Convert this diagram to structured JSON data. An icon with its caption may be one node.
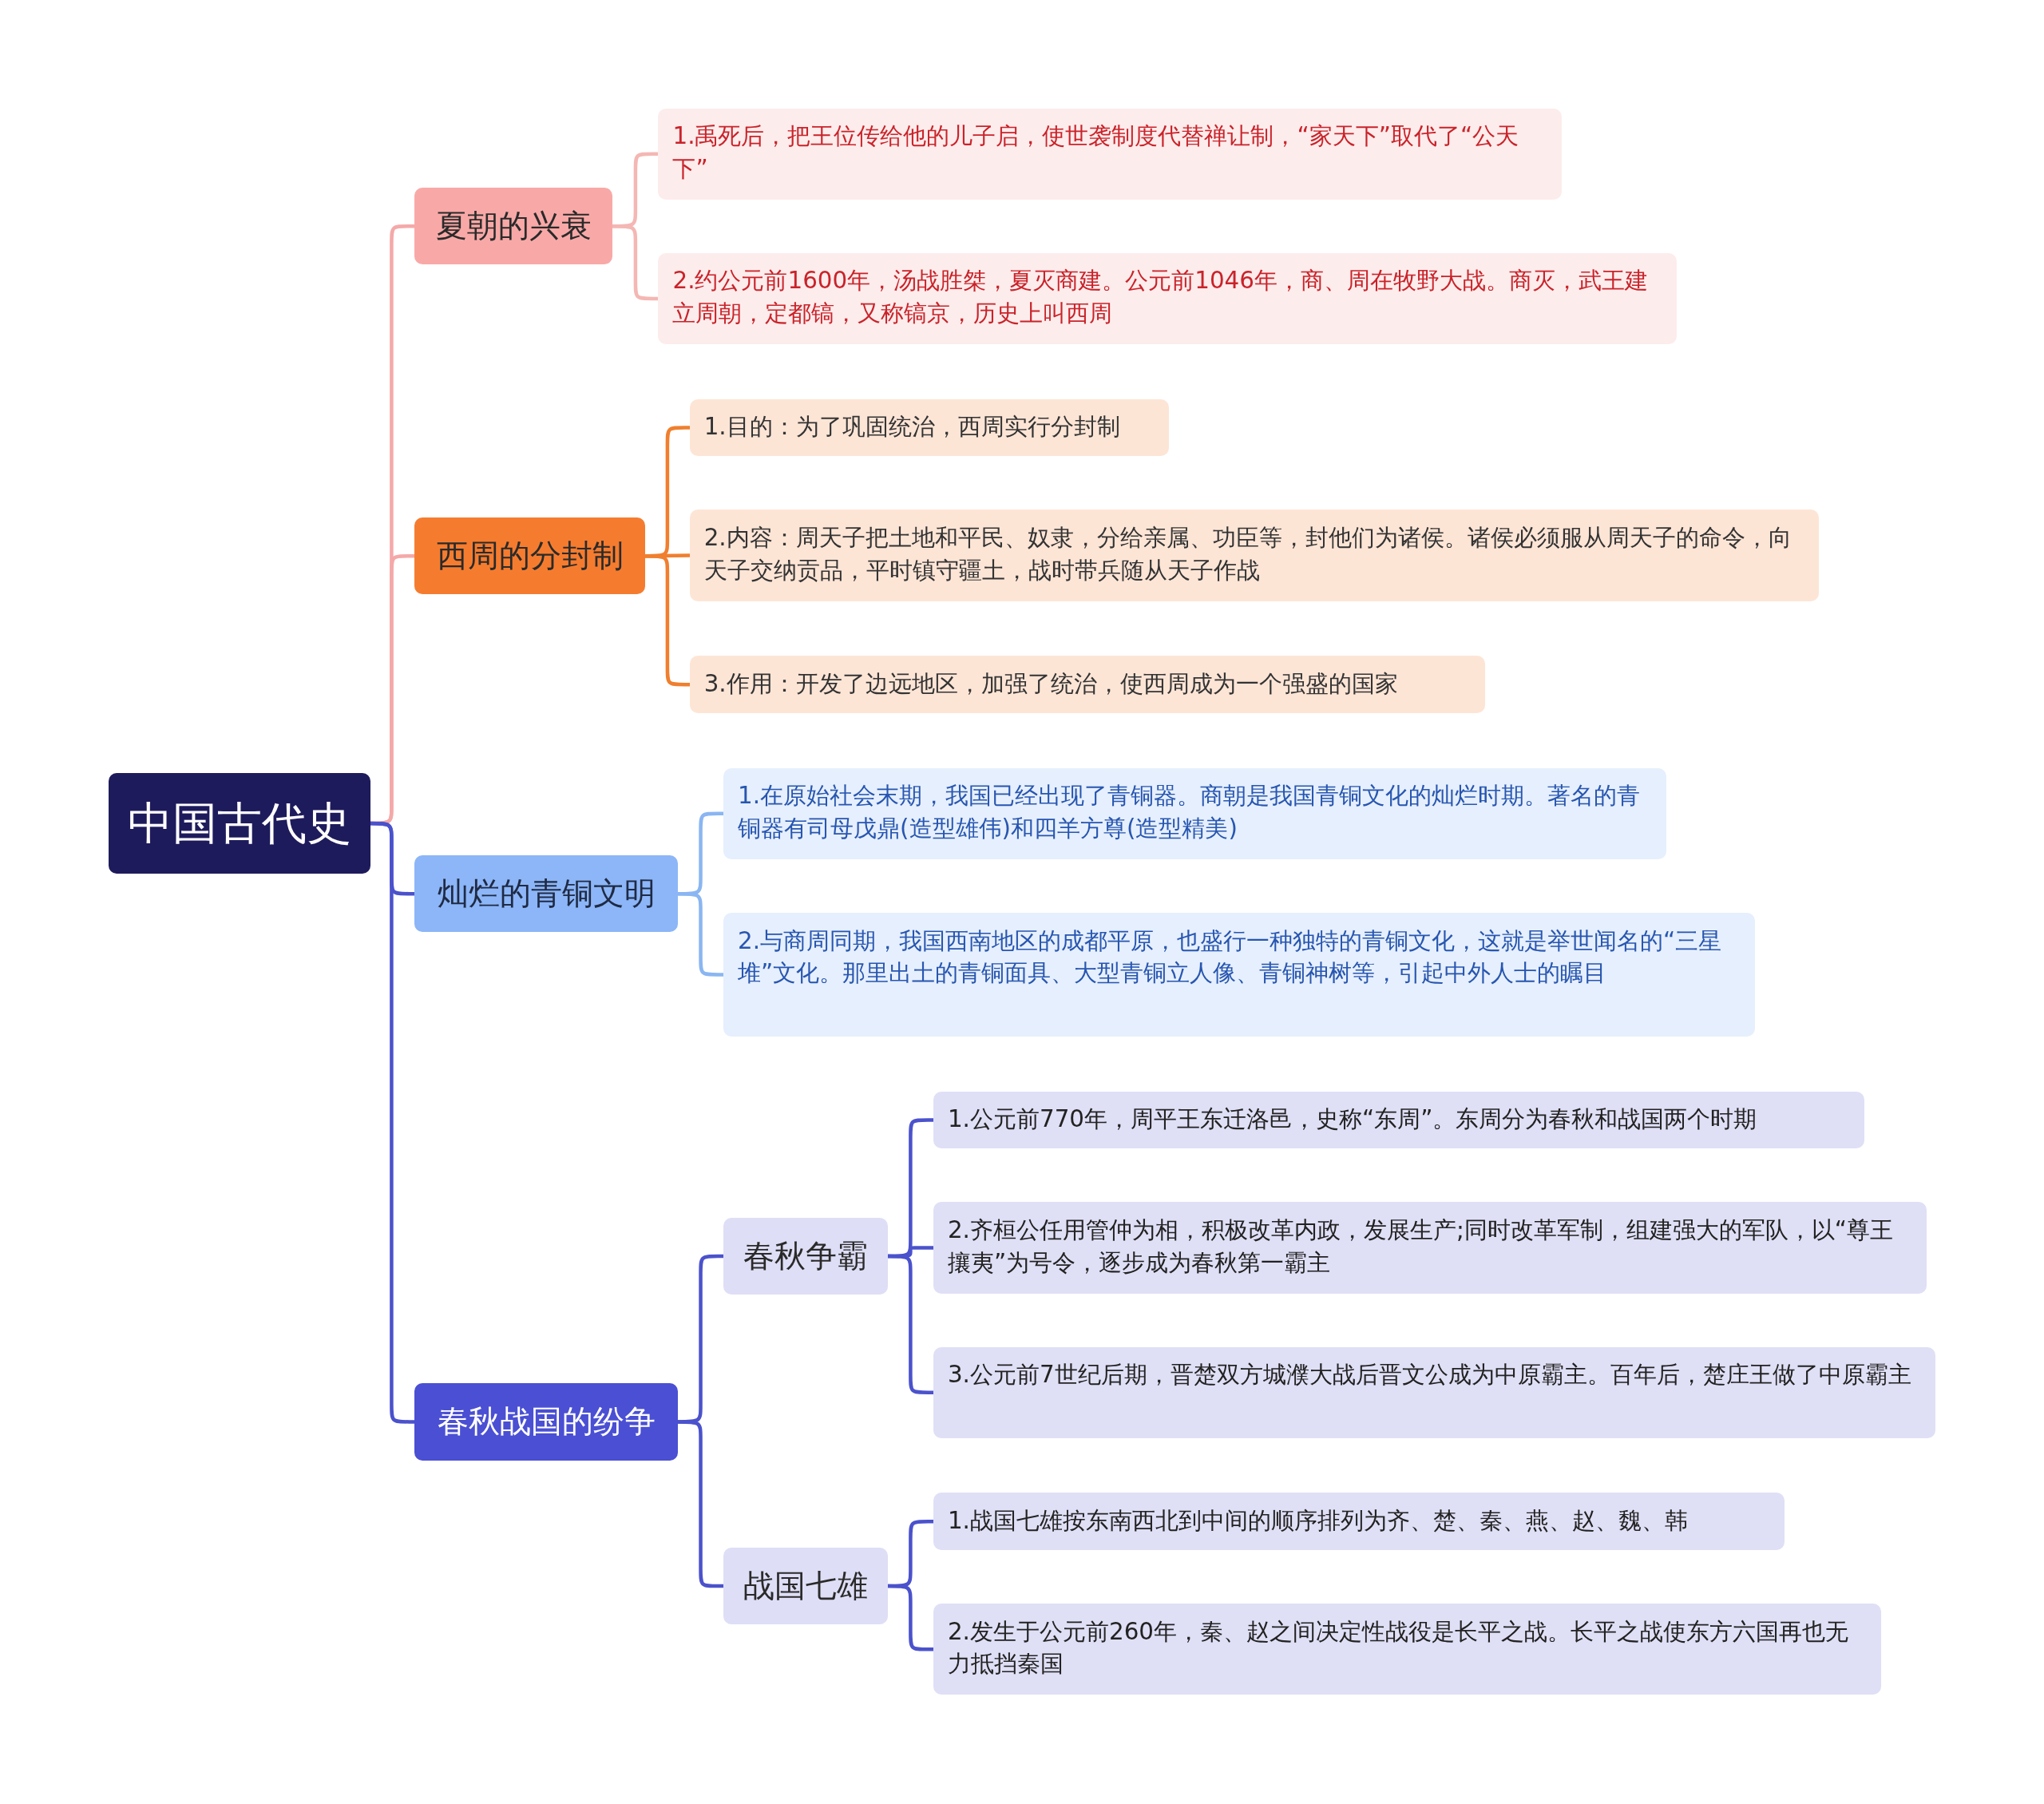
{
  "diagram": {
    "nodes": [
      {
        "text": [
          "中国古代史"
        ]
      },
      {
        "text": [
          "夏朝的兴衰"
        ]
      },
      {
        "text": [
          "1.禹死后，把王位传给他的儿子启，使世袭制度代替禅让制，“家天下”取代了“公天下”"
        ]
      },
      {
        "text": [
          "2.约公元前1600年，汤战胜桀，夏灭商建。公元前1046年，商、周在牧野大战。商灭，武王建立周朝，定都镐，又称镐京，历史上叫西周"
        ]
      },
      {
        "text": [
          "西周的分封制"
        ]
      },
      {
        "text": [
          "1.目的：为了巩固统治，西周实行分封制"
        ]
      },
      {
        "text": [
          "2.内容：周天子把土地和平民、奴隶，分给亲属、功臣等，封他们为诸侯。诸侯必须服从周天子的命令，向天子交纳贡品，平时镇守疆土，战时带兵随从天子作战"
        ]
      },
      {
        "text": [
          "3.作用：开发了边远地区，加强了统治，使西周成为一个强盛的国家"
        ]
      },
      {
        "text": [
          "灿烂的青铜文明"
        ]
      },
      {
        "text": [
          "1.在原始社会末期，我国已经出现了青铜器。商朝是我国青铜文化的灿烂时期。著名的青铜器有司母戊鼎(造型雄伟)和四羊方尊(造型精美)"
        ]
      },
      {
        "text": [
          "2.与商周同期，我国西南地区的成都平原，也盛行一种独特的青铜文化，这就是举世闻名的“三星堆”文化。那里出土的青铜面具、大型青铜立人像、青铜神树等，引起中外人士的瞩目"
        ]
      },
      {
        "text": [
          "春秋战国的纷争"
        ]
      },
      {
        "text": [
          "春秋争霸"
        ]
      },
      {
        "text": [
          "1.公元前770年，周平王东迁洛邑，史称“东周”。东周分为春秋和战国两个时期"
        ]
      },
      {
        "text": [
          "2.齐桓公任用管仲为相，积极改革内政，发展生产;同时改革军制，组建强大的军队，以“尊王攘夷”为号令，逐步成为春秋第一霸主"
        ]
      },
      {
        "text": [
          "3.公元前7世纪后期，晋楚双方城濮大战后晋文公成为中原霸主。百年后，楚庄王做了中原霸主"
        ]
      },
      {
        "text": [
          "战国七雄"
        ]
      },
      {
        "text": [
          "1.战国七雄按东南西北到中间的顺序排列为齐、楚、秦、燕、赵、魏、韩"
        ]
      },
      {
        "text": [
          "2.发生于公元前260年，秦、赵之间决定性战役是长平之战。长平之战使东方六国再也无力抵挡秦国"
        ]
      }
    ],
    "edges": [
      {
        "from": 0,
        "to": 1,
        "arrow": "none",
        "color": "#f4a9a8"
      },
      {
        "from": 0,
        "to": 4,
        "arrow": "none",
        "color": "#f4a9a8"
      },
      {
        "from": 0,
        "to": 8,
        "arrow": "none"
      },
      {
        "from": 0,
        "to": 11,
        "arrow": "none"
      },
      {
        "from": 1,
        "to": 2,
        "arrow": "none",
        "color": "#f4b7b4"
      },
      {
        "from": 1,
        "to": 3,
        "arrow": "none",
        "color": "#f4b7b4"
      },
      {
        "from": 4,
        "to": 5,
        "arrow": "none",
        "color": "#f07f2e"
      },
      {
        "from": 4,
        "to": 6,
        "arrow": "none",
        "color": "#f07f2e"
      },
      {
        "from": 4,
        "to": 7,
        "arrow": "none",
        "color": "#f07f2e"
      },
      {
        "from": 8,
        "to": 9,
        "arrow": "none",
        "color": "#8ab6f2"
      },
      {
        "from": 8,
        "to": 10,
        "arrow": "none",
        "color": "#8ab6f2"
      },
      {
        "from": 11,
        "to": 12,
        "arrow": "none"
      },
      {
        "from": 11,
        "to": 16,
        "arrow": "none"
      },
      {
        "from": 12,
        "to": 13,
        "arrow": "none"
      },
      {
        "from": 12,
        "to": 14,
        "arrow": "none"
      },
      {
        "from": 12,
        "to": 15,
        "arrow": "none"
      },
      {
        "from": 16,
        "to": 17,
        "arrow": "none"
      },
      {
        "from": 16,
        "to": 18,
        "arrow": "none"
      }
    ]
  }
}
